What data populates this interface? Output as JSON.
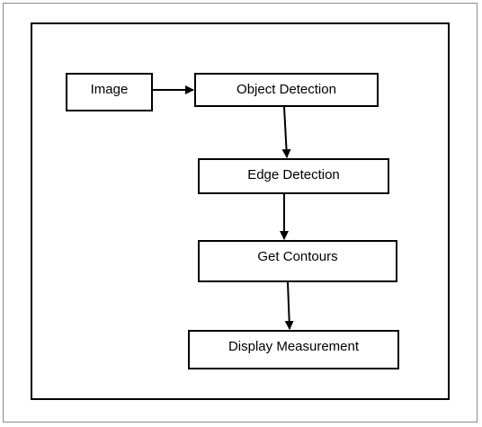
{
  "diagram": {
    "nodes": [
      {
        "id": "image",
        "label": "Image"
      },
      {
        "id": "object",
        "label": "Object Detection"
      },
      {
        "id": "edge",
        "label": "Edge Detection"
      },
      {
        "id": "contours",
        "label": "Get Contours"
      },
      {
        "id": "display",
        "label": "Display Measurement"
      }
    ],
    "edges": [
      {
        "from": "image",
        "to": "object"
      },
      {
        "from": "object",
        "to": "edge"
      },
      {
        "from": "edge",
        "to": "contours"
      },
      {
        "from": "contours",
        "to": "display"
      }
    ]
  }
}
